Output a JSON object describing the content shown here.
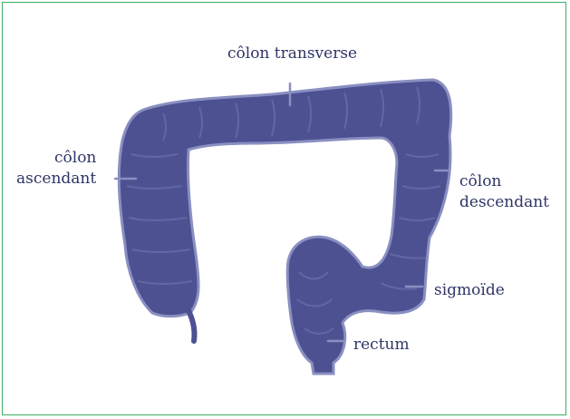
{
  "colors": {
    "border": "#3fae64",
    "organ_fill": "#4d5192",
    "organ_dark": "#3a3e7e",
    "organ_light": "#6b70aa",
    "organ_rim": "#8a8fc1",
    "label_text": "#2e3566"
  },
  "labels": {
    "transverse_colon": "côlon transverse",
    "ascending_colon_line1": "côlon",
    "ascending_colon_line2": "ascendant",
    "descending_colon_line1": "côlon",
    "descending_colon_line2": "descendant",
    "sigmoid": "sigmoïde",
    "rectum": "rectum"
  }
}
